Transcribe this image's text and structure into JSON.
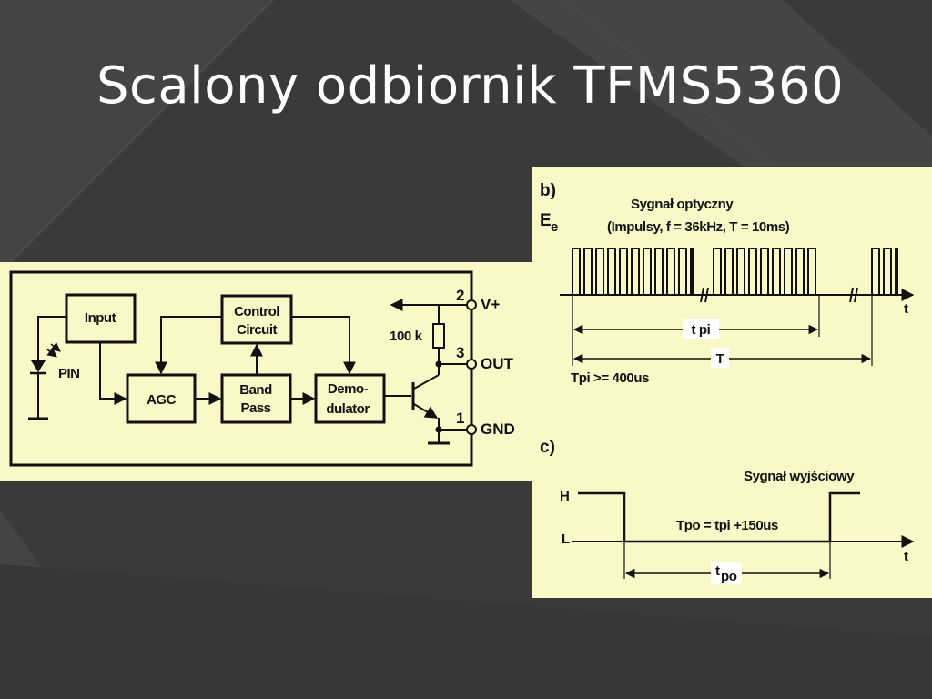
{
  "slide": {
    "title": "Scalony odbiornik TFMS5360"
  },
  "block_diagram": {
    "blocks": {
      "input": "Input",
      "control_1": "Control",
      "control_2": "Circuit",
      "agc": "AGC",
      "bandpass_1": "Band",
      "bandpass_2": "Pass",
      "demod_1": "Demo-",
      "demod_2": "dulator"
    },
    "pin_label": "PIN",
    "resistor": "100 k",
    "pins": [
      {
        "num": "2",
        "name": "V+"
      },
      {
        "num": "3",
        "name": "OUT"
      },
      {
        "num": "1",
        "name": "GND"
      }
    ]
  },
  "diagram_b": {
    "tag": "b)",
    "axis_y": "E",
    "axis_y_sub": "e",
    "caption_1": "Sygnał optyczny",
    "caption_2": "(Impulsy, f = 36kHz, T = 10ms)",
    "axis_t": "t",
    "tpi_label": "t pi",
    "T_label": "T",
    "note": "Tpi >= 400us"
  },
  "diagram_c": {
    "tag": "c)",
    "level_high": "H",
    "level_low": "L",
    "caption": "Sygnał wyjściowy",
    "formula": "Tpo = tpi +150us",
    "axis_t": "t",
    "tpo_label_t": "t",
    "tpo_label_sub": "po"
  },
  "colors": {
    "background": "#3a3a3a",
    "panel": "#fbf8c8",
    "title": "#ffffff",
    "ink": "#111111"
  }
}
